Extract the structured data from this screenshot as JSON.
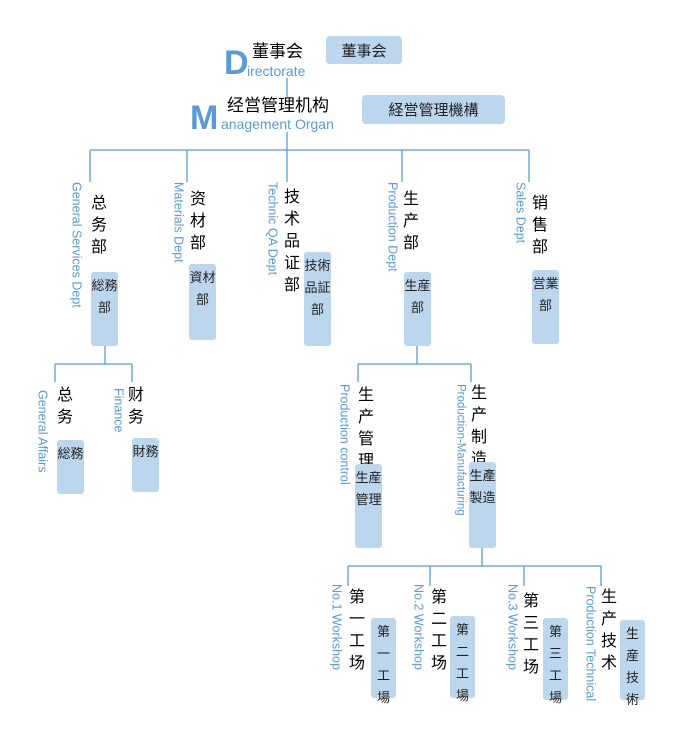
{
  "directorate": {
    "letter": "D",
    "english": "irectorate",
    "chinese": "董事会",
    "tag": "董事会"
  },
  "management": {
    "letter": "M",
    "english": "anagement Organ",
    "chinese": "经営管理机构",
    "tag": "経営管理機構"
  },
  "departments": [
    {
      "english": "General Services  Dept",
      "chinese": "总务部",
      "tag": "総務部"
    },
    {
      "english": "Materials Dept",
      "chinese": "资材部",
      "tag": "資材部"
    },
    {
      "english": "Technic QA Dept",
      "chinese": "技术品证部",
      "tag": "技術品証部"
    },
    {
      "english": "Production Dept",
      "chinese": "生产部",
      "tag": "生産部"
    },
    {
      "english": "Sales Dept",
      "chinese": "销售部",
      "tag": "営業部"
    }
  ],
  "general_services_units": [
    {
      "english": "General Affairs",
      "chinese": "总务",
      "tag": "総務"
    },
    {
      "english": "Finance",
      "chinese": "财务",
      "tag": "財務"
    }
  ],
  "production_units": [
    {
      "english": "Production control",
      "chinese": "生产管理",
      "tag": "生産管理"
    },
    {
      "english": "Production-Manufacturing",
      "chinese": "生产制造",
      "tag": "生產製造"
    }
  ],
  "workshops": [
    {
      "english": "No.1 Workshop",
      "chinese": "第一工场",
      "tag": "第一工場"
    },
    {
      "english": "No.2 Workshop",
      "chinese": "第二工场",
      "tag": "第二工場"
    },
    {
      "english": "No.3 Workshop",
      "chinese": "第三工场",
      "tag": "第三工場"
    },
    {
      "english": "Production Technical",
      "chinese": "生产技术",
      "tag": "生産技術"
    }
  ]
}
